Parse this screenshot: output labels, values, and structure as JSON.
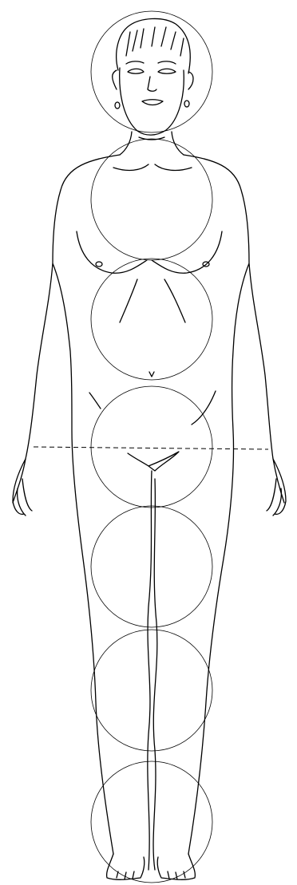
{
  "figure": {
    "subject": "female-figure-front-view",
    "proportion_unit": "circle",
    "circle_count": 7,
    "ink_color": "#000000",
    "background_color": "#ffffff",
    "has_midline": true,
    "has_wrist_level_dashed_line": true
  }
}
